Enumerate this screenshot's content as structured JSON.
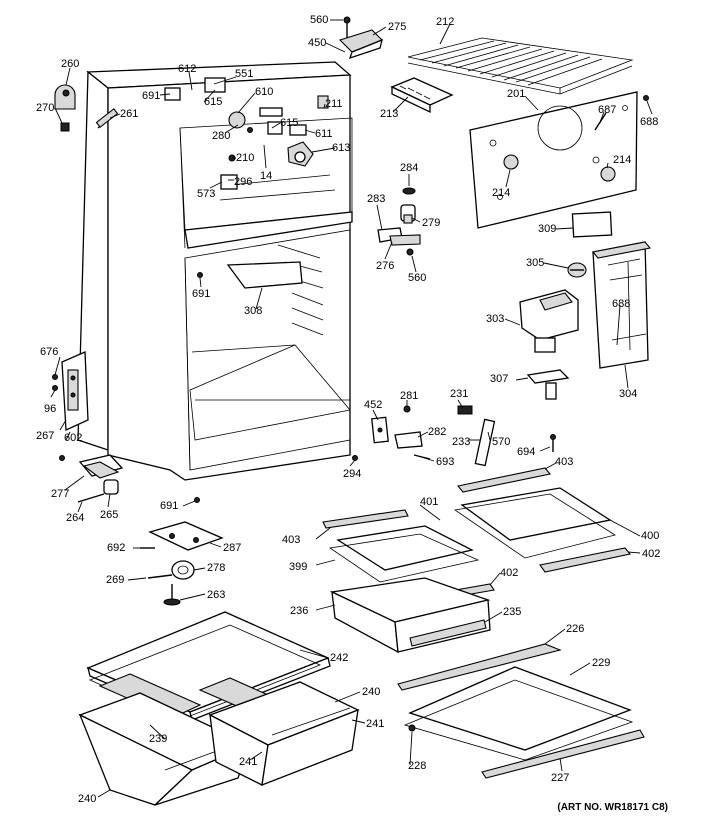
{
  "diagram": {
    "art_number": "(ART NO. WR18171 C8)",
    "callouts": [
      {
        "id": "c560a",
        "text": "560"
      },
      {
        "id": "c275",
        "text": "275"
      },
      {
        "id": "c212",
        "text": "212"
      },
      {
        "id": "c450",
        "text": "450"
      },
      {
        "id": "c260",
        "text": "260"
      },
      {
        "id": "c612",
        "text": "612"
      },
      {
        "id": "c551",
        "text": "551"
      },
      {
        "id": "c691a",
        "text": "691"
      },
      {
        "id": "c615a",
        "text": "615"
      },
      {
        "id": "c610",
        "text": "610"
      },
      {
        "id": "c270",
        "text": "270"
      },
      {
        "id": "c261",
        "text": "261"
      },
      {
        "id": "c211",
        "text": "211"
      },
      {
        "id": "c213",
        "text": "213"
      },
      {
        "id": "c201",
        "text": "201"
      },
      {
        "id": "c687",
        "text": "687"
      },
      {
        "id": "c688a",
        "text": "688"
      },
      {
        "id": "c615b",
        "text": "615"
      },
      {
        "id": "c611",
        "text": "611"
      },
      {
        "id": "c280",
        "text": "280"
      },
      {
        "id": "c613",
        "text": "613"
      },
      {
        "id": "c210",
        "text": "210"
      },
      {
        "id": "c14",
        "text": "14"
      },
      {
        "id": "c296",
        "text": "296"
      },
      {
        "id": "c573",
        "text": "573"
      },
      {
        "id": "c284",
        "text": "284"
      },
      {
        "id": "c214a",
        "text": "214"
      },
      {
        "id": "c214b",
        "text": "214"
      },
      {
        "id": "c283",
        "text": "283"
      },
      {
        "id": "c279",
        "text": "279"
      },
      {
        "id": "c309",
        "text": "309"
      },
      {
        "id": "c276",
        "text": "276"
      },
      {
        "id": "c560b",
        "text": "560"
      },
      {
        "id": "c305",
        "text": "305"
      },
      {
        "id": "c691b",
        "text": "691"
      },
      {
        "id": "c308",
        "text": "308"
      },
      {
        "id": "c303",
        "text": "303"
      },
      {
        "id": "c688b",
        "text": "688"
      },
      {
        "id": "c676",
        "text": "676"
      },
      {
        "id": "c96",
        "text": "96"
      },
      {
        "id": "c307",
        "text": "307"
      },
      {
        "id": "c304",
        "text": "304"
      },
      {
        "id": "c452",
        "text": "452"
      },
      {
        "id": "c281",
        "text": "281"
      },
      {
        "id": "c231",
        "text": "231"
      },
      {
        "id": "c267",
        "text": "267"
      },
      {
        "id": "c602",
        "text": "602"
      },
      {
        "id": "c282",
        "text": "282"
      },
      {
        "id": "c233",
        "text": "233"
      },
      {
        "id": "c570",
        "text": "570"
      },
      {
        "id": "c693",
        "text": "693"
      },
      {
        "id": "c694",
        "text": "694"
      },
      {
        "id": "c403a",
        "text": "403"
      },
      {
        "id": "c294",
        "text": "294"
      },
      {
        "id": "c277",
        "text": "277"
      },
      {
        "id": "c691c",
        "text": "691"
      },
      {
        "id": "c401",
        "text": "401"
      },
      {
        "id": "c264",
        "text": "264"
      },
      {
        "id": "c265",
        "text": "265"
      },
      {
        "id": "c403b",
        "text": "403"
      },
      {
        "id": "c400",
        "text": "400"
      },
      {
        "id": "c402a",
        "text": "402"
      },
      {
        "id": "c692",
        "text": "692"
      },
      {
        "id": "c287",
        "text": "287"
      },
      {
        "id": "c399",
        "text": "399"
      },
      {
        "id": "c402b",
        "text": "402"
      },
      {
        "id": "c269",
        "text": "269"
      },
      {
        "id": "c278",
        "text": "278"
      },
      {
        "id": "c263",
        "text": "263"
      },
      {
        "id": "c236",
        "text": "236"
      },
      {
        "id": "c235",
        "text": "235"
      },
      {
        "id": "c226",
        "text": "226"
      },
      {
        "id": "c242",
        "text": "242"
      },
      {
        "id": "c229",
        "text": "229"
      },
      {
        "id": "c240a",
        "text": "240"
      },
      {
        "id": "c241a",
        "text": "241"
      },
      {
        "id": "c239",
        "text": "239"
      },
      {
        "id": "c241b",
        "text": "241"
      },
      {
        "id": "c228",
        "text": "228"
      },
      {
        "id": "c227",
        "text": "227"
      },
      {
        "id": "c240b",
        "text": "240"
      }
    ]
  }
}
